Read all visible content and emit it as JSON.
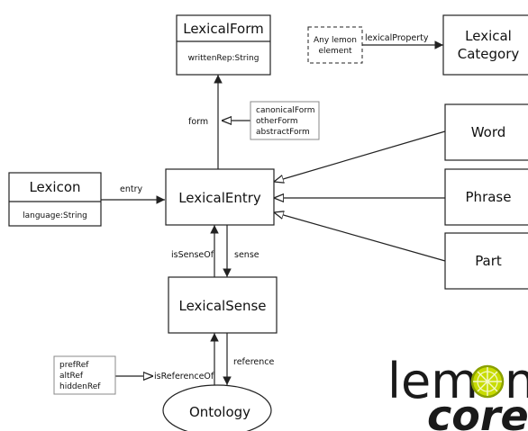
{
  "nodes": {
    "lexical_form": {
      "name": "LexicalForm",
      "attr": "writtenRep:String"
    },
    "any_lemon": {
      "line1": "Any lemon",
      "line2": "element"
    },
    "lexical_category": {
      "line1": "Lexical",
      "line2": "Category"
    },
    "lexicon": {
      "name": "Lexicon",
      "attr": "language:String"
    },
    "lexical_entry": {
      "name": "LexicalEntry"
    },
    "word": {
      "name": "Word"
    },
    "phrase": {
      "name": "Phrase"
    },
    "part": {
      "name": "Part"
    },
    "lexical_sense": {
      "name": "LexicalSense"
    },
    "ontology": {
      "name": "Ontology"
    }
  },
  "edges": {
    "lexical_property": "lexicalProperty",
    "form": "form",
    "entry": "entry",
    "is_sense_of": "isSenseOf",
    "sense": "sense",
    "is_reference_of": "isReferenceOf",
    "reference": "reference"
  },
  "notes": {
    "form_subprops": [
      "canonicalForm",
      "otherForm",
      "abstractForm"
    ],
    "ref_subprops": [
      "prefRef",
      "altRef",
      "hiddenRef"
    ]
  },
  "logo": {
    "left": "lem",
    "right": "n",
    "bottom": "core",
    "colors": {
      "lime": "#c8dc00",
      "lime_dark": "#8aa000"
    }
  }
}
